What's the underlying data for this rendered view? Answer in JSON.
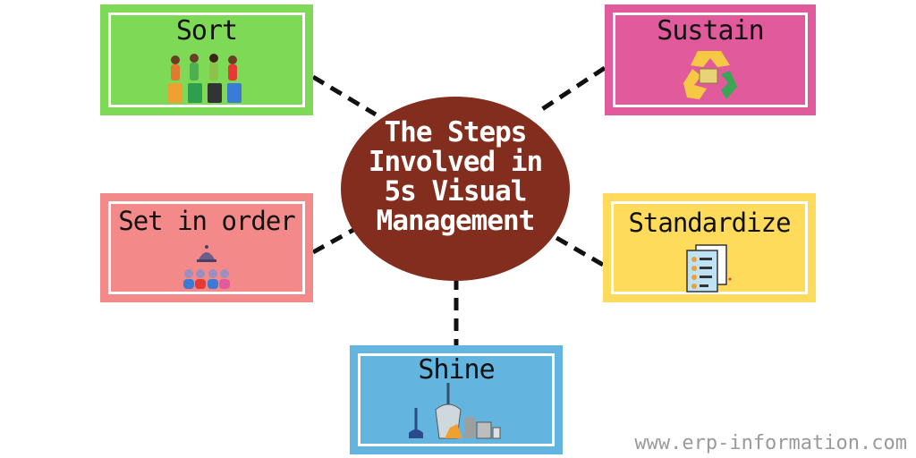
{
  "center": {
    "title_lines": [
      "The Steps",
      "Involved in",
      "5s Visual",
      "Management"
    ],
    "color": "#822d1e"
  },
  "steps": {
    "sort": {
      "label": "Sort",
      "color": "#7ed957",
      "icon": "recycling-people-icon"
    },
    "sustain": {
      "label": "Sustain",
      "color": "#e05a9c",
      "icon": "recycle-icon"
    },
    "set_in_order": {
      "label": "Set in order",
      "color": "#f4898a",
      "icon": "team-bell-icon"
    },
    "standardize": {
      "label": "Standardize",
      "color": "#fedb5a",
      "icon": "checklist-icon"
    },
    "shine": {
      "label": "Shine",
      "color": "#63b5e0",
      "icon": "cleaning-supplies-icon"
    }
  },
  "watermark": "www.erp-information.com"
}
